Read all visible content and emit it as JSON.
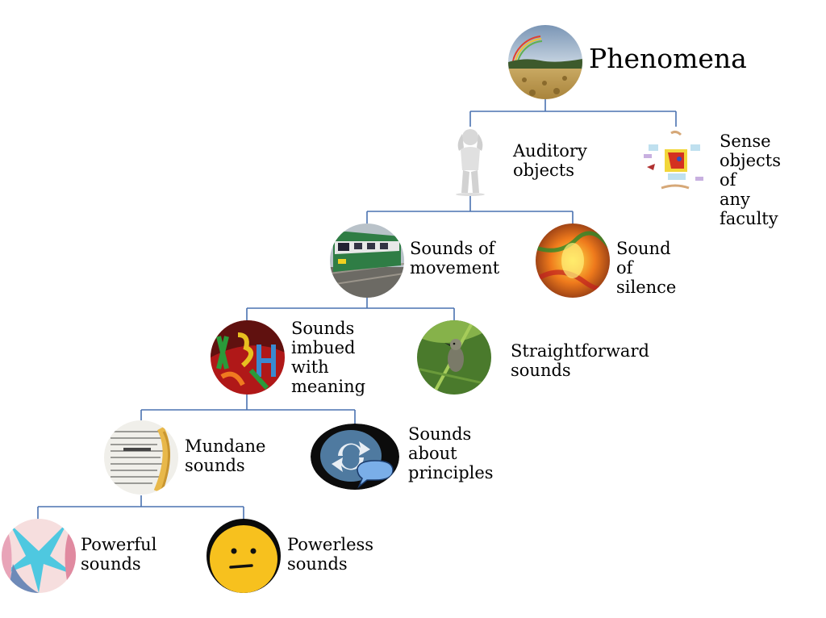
{
  "nodes": {
    "root": "Phenomena",
    "auditory": "Auditory\nobjects",
    "sense": "Sense\nobjects of\nany faculty",
    "movement": "Sounds of\nmovement",
    "silence": "Sound of\nsilence",
    "meaning": "Sounds\nimbued\nwith\nmeaning",
    "straightforward": "Straightforward\nsounds",
    "mundane": "Mundane\nsounds",
    "principles": "Sounds\nabout\nprinciples",
    "powerful": "Powerful\nsounds",
    "powerless": "Powerless\nsounds"
  },
  "colors": {
    "connector": "#4a72b0"
  },
  "icons": {
    "root": "landscape-rainbow-icon",
    "auditory": "person-covering-ears-icon",
    "sense": "sense-organs-icon",
    "movement": "train-icon",
    "silence": "abstract-silence-icon",
    "meaning": "letters-collage-icon",
    "straightforward": "bird-icon",
    "mundane": "dictionary-icon",
    "principles": "refresh-speech-bubble-icon",
    "powerful": "comic-portrait-icon",
    "powerless": "neutral-face-icon"
  }
}
